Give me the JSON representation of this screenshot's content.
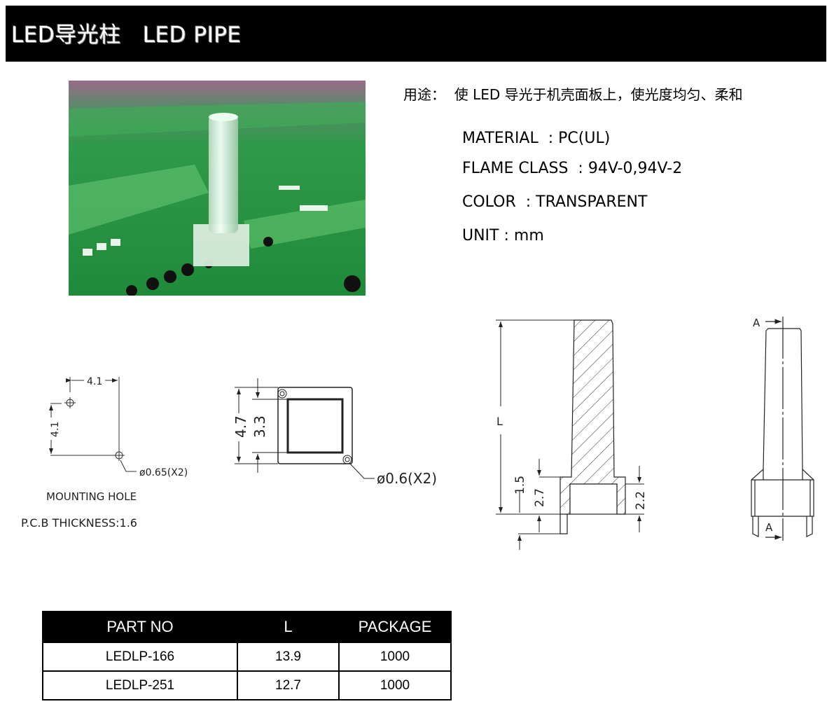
{
  "header": {
    "title": "LED导光柱   LED PIPE"
  },
  "usage": "用途：  使 LED 导光于机壳面板上，使光度均匀、柔和",
  "specs": {
    "material": "MATERIAL  : PC(UL)",
    "flame_class": "FLAME CLASS  : 94V-0,94V-2",
    "color": "COLOR  : TRANSPARENT",
    "unit": "UNIT : mm"
  },
  "mounting_hole": {
    "dim_x": "4.1",
    "dim_y": "4.1",
    "hole_dia": "ø0.65(X2)",
    "label": "MOUNTING HOLE",
    "pcb": "P.C.B  THICKNESS:1.6"
  },
  "top_view": {
    "outer": "4.7",
    "inner": "3.3",
    "hole_dia": "ø0.6(X2)"
  },
  "section_view": {
    "length": "L",
    "pin": "1.5",
    "base": "2.7",
    "cavity": "2.2"
  },
  "side_view": {
    "section_top": "A",
    "section_bottom": "A"
  },
  "table": {
    "headers": [
      "PART NO",
      "L",
      "PACKAGE"
    ],
    "rows": [
      [
        "LEDLP-166",
        "13.9",
        "1000"
      ],
      [
        "LEDLP-251",
        "12.7",
        "1000"
      ]
    ]
  }
}
